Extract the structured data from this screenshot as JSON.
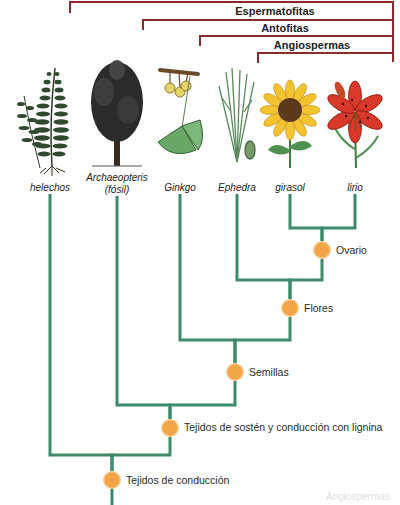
{
  "diagram": {
    "nodes": [
      {
        "text": [
          "helechos"
        ]
      },
      {
        "text": [
          "Archaeopteris (fósil)"
        ]
      },
      {
        "text": [
          "Ginkgo"
        ]
      },
      {
        "text": [
          "Ephedra"
        ]
      },
      {
        "text": [
          "girasol"
        ]
      },
      {
        "text": [
          "lirio"
        ]
      },
      {
        "text": [
          "Ovario"
        ]
      },
      {
        "text": [
          "Flores"
        ]
      },
      {
        "text": [
          "Semillas"
        ]
      },
      {
        "text": [
          "Tejidos de sostén y conducción con lignina"
        ]
      },
      {
        "text": [
          "Tejidos de conducción"
        ]
      }
    ],
    "edges": [
      {
        "from": 10,
        "to": 0,
        "arrow": "none"
      },
      {
        "from": 10,
        "to": 9,
        "arrow": "none"
      },
      {
        "from": 9,
        "to": 1,
        "arrow": "none"
      },
      {
        "from": 9,
        "to": 8,
        "arrow": "none"
      },
      {
        "from": 8,
        "to": 2,
        "arrow": "none"
      },
      {
        "from": 8,
        "to": 7,
        "arrow": "none"
      },
      {
        "from": 7,
        "to": 3,
        "arrow": "none"
      },
      {
        "from": 7,
        "to": 6,
        "arrow": "none"
      },
      {
        "from": 6,
        "to": 4,
        "arrow": "none"
      },
      {
        "from": 6,
        "to": 5,
        "arrow": "none"
      }
    ],
    "labels": [
      "Espermatofitas",
      "Antofitas",
      "Angiospermas",
      "Angiospermas"
    ]
  }
}
